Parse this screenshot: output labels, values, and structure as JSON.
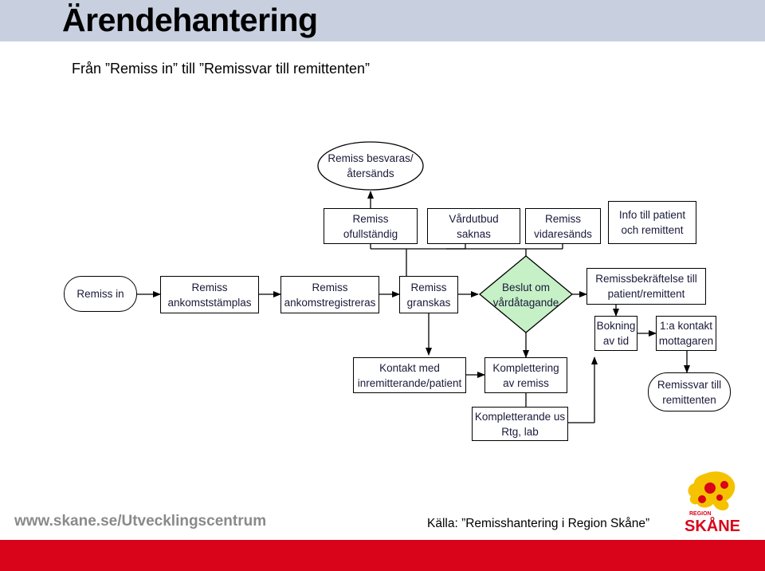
{
  "header": {
    "title": "Ärendehantering",
    "subtitle": "Från ”Remiss in” till ”Remissvar till remittenten”"
  },
  "nodes": {
    "besvaras": "Remiss besvaras/återsänds",
    "ofullstandig": "Remiss ofullständig",
    "vardutbud": "Vårdutbud saknas",
    "vidaresands": "Remiss vidaresänds",
    "info": "Info till patient och remittent",
    "remiss_in": "Remiss in",
    "ankomststamplas": "Remiss ankomststämplas",
    "ankomstregistreras": "Remiss ankomstregistreras",
    "granskas": "Remiss granskas",
    "beslut": "Beslut om vårdåtagande",
    "bekraftelse": "Remissbekräftelse till patient/remittent",
    "bokning": "Bokning av tid",
    "forsta_kontakt": "1:a kontakt mottagaren",
    "kontakt_med": "Kontakt med inremitterande/patient",
    "komplettering": "Komplettering av remiss",
    "kompletterande_us": "Kompletterande us Rtg, lab",
    "remissvar": "Remissvar till remittenten"
  },
  "footer": {
    "url": "www.skane.se/Utvecklingscentrum",
    "source": "Källa: ”Remisshantering i Region Skåne”"
  },
  "logo": {
    "small_text": "REGION",
    "big_text": "SKÅNE"
  },
  "colors": {
    "title_bar": "#c8d0e0",
    "decision": "#c6f0c6",
    "footer_bar": "#d9041a",
    "logo_yellow": "#f5c200",
    "logo_red": "#d9041a"
  }
}
